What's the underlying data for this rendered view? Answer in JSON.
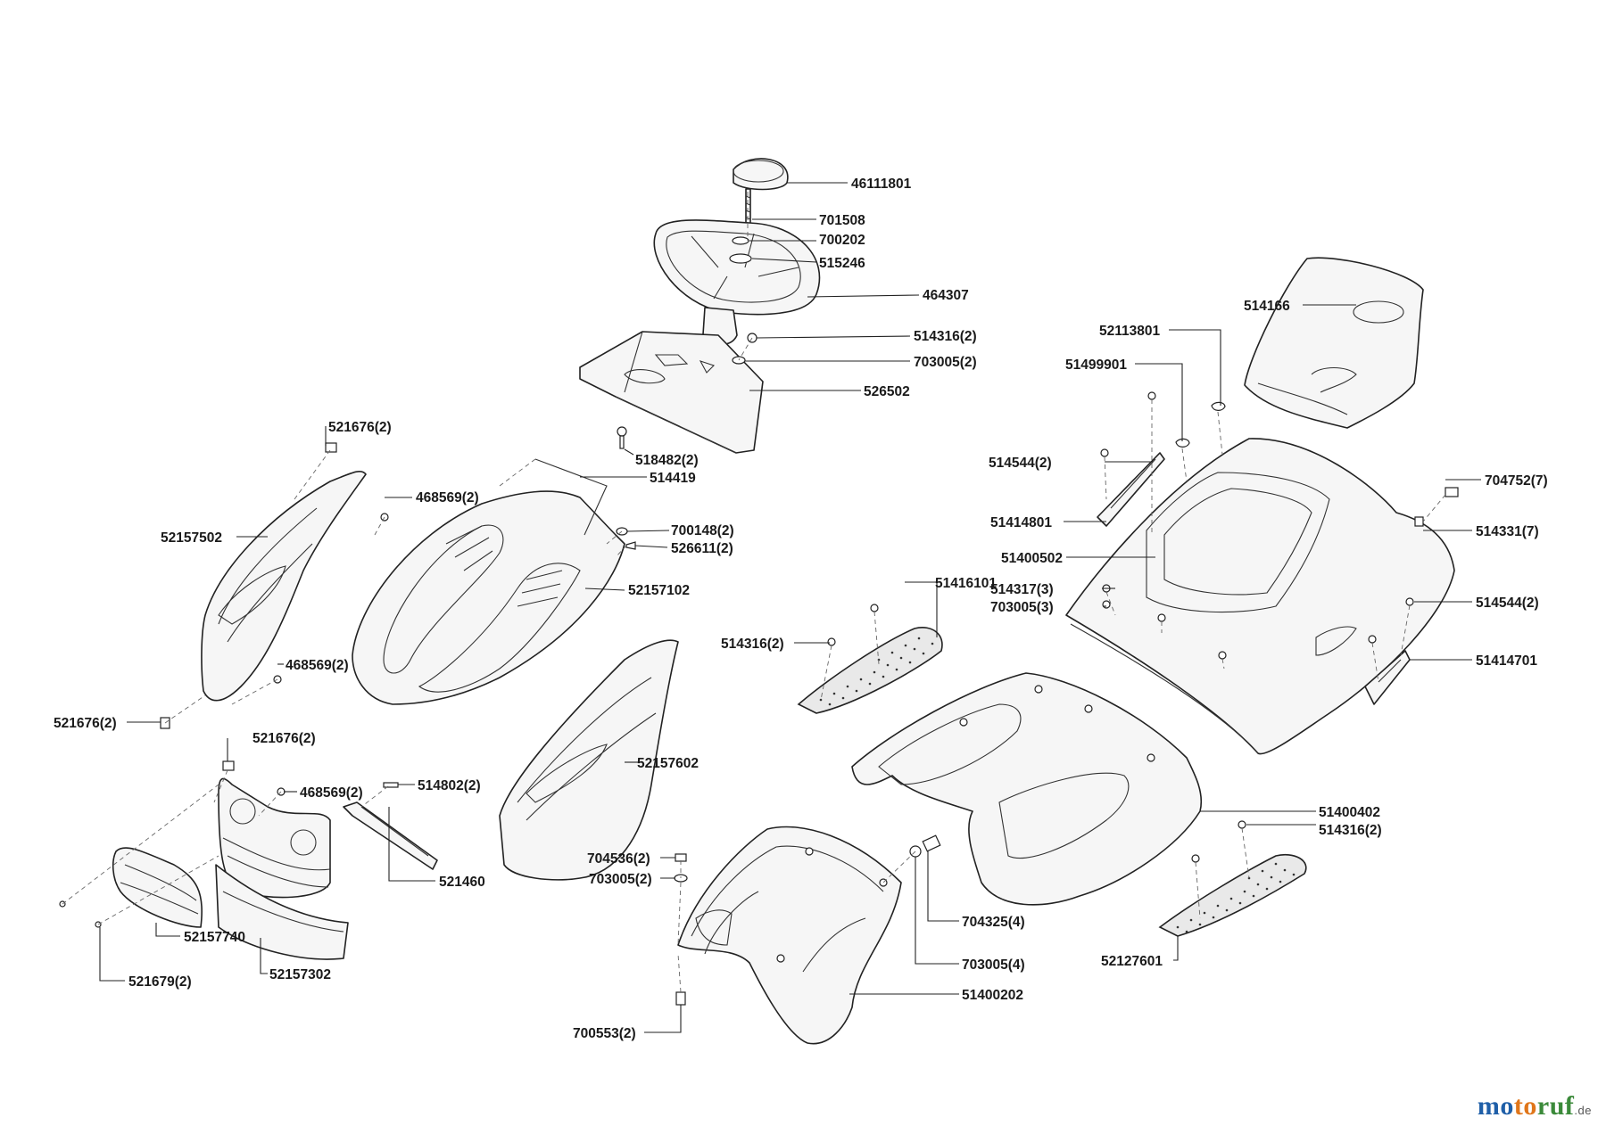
{
  "labels": {
    "p46111801": "46111801",
    "p701508": "701508",
    "p700202": "700202",
    "p515246": "515246",
    "p464307": "464307",
    "p514316_top": "514316(2)",
    "p703005_top": "703005(2)",
    "p526502": "526502",
    "p518482": "518482(2)",
    "p514419": "514419",
    "p521676_a": "521676(2)",
    "p468569_a": "468569(2)",
    "p52157502": "52157502",
    "p700148": "700148(2)",
    "p526611": "526611(2)",
    "p52157102": "52157102",
    "p468569_b": "468569(2)",
    "p521676_b": "521676(2)",
    "p521676_c": "521676(2)",
    "p468569_c": "468569(2)",
    "p514802": "514802(2)",
    "p521460": "521460",
    "p52157740": "52157740",
    "p52157302": "52157302",
    "p521679": "521679(2)",
    "p52157602": "52157602",
    "p704536": "704536(2)",
    "p703005_mid": "703005(2)",
    "p700553": "700553(2)",
    "p704325": "704325(4)",
    "p703005_4": "703005(4)",
    "p51400202": "51400202",
    "p514166": "514166",
    "p52113801": "52113801",
    "p51499901": "51499901",
    "p514544_a": "514544(2)",
    "p51414801": "51414801",
    "p51400502": "51400502",
    "p704752": "704752(7)",
    "p514331": "514331(7)",
    "p51416101": "51416101",
    "p514317": "514317(3)",
    "p703005_3": "703005(3)",
    "p514544_b": "514544(2)",
    "p514316_left": "514316(2)",
    "p51414701": "51414701",
    "p51400402": "51400402",
    "p514316_right": "514316(2)",
    "p52127601": "52127601"
  },
  "logo": {
    "part1": "mo",
    "part2": "to",
    "part3": "ruf",
    "tld": ".de"
  },
  "colors": {
    "logo_blue": "#1f5fa8",
    "logo_orange": "#e0761a",
    "logo_green": "#3b8a3a"
  }
}
